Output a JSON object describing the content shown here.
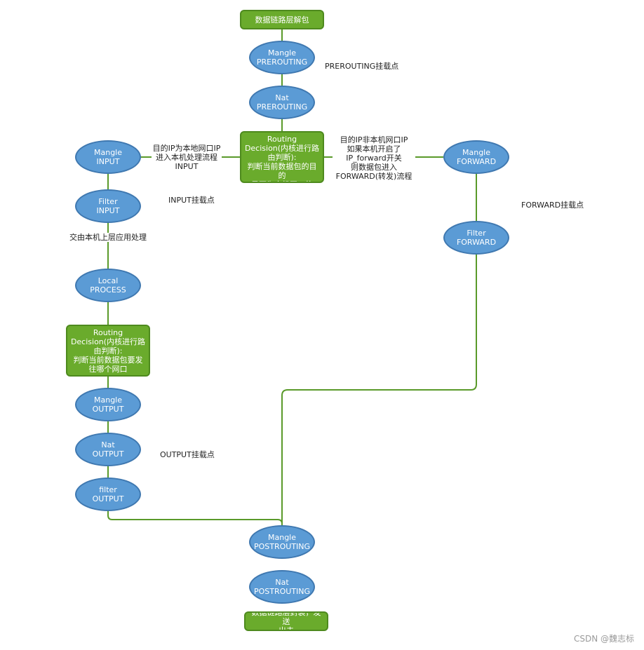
{
  "colors": {
    "ellipse_fill": "#5b9bd5",
    "ellipse_border": "#3f78b0",
    "rect_fill": "#6aab2c",
    "rect_border": "#4e8a1e",
    "connector": "#5a9a2a"
  },
  "nodes": {
    "link_unpack": "数据链路层解包",
    "mangle_prerouting": "Mangle\nPREROUTING",
    "nat_prerouting": "Nat\nPREROUTING",
    "routing_decision_1": "Routing\nDecision(内核进行路\n由判断):\n判断当前数据包的目的\nIP是否为本机网口的IP地址",
    "mangle_input": "Mangle\nINPUT",
    "filter_input": "Filter\nINPUT",
    "local_process": "Local\nPROCESS",
    "routing_decision_2": "Routing\nDecision(内核进行路\n由判断):\n判断当前数据包要发\n往哪个网口",
    "mangle_output": "Mangle\nOUTPUT",
    "nat_output": "Nat\nOUTPUT",
    "filter_output": "filter\nOUTPUT",
    "mangle_forward": "Mangle\nFORWARD",
    "filter_forward": "Filter\nFORWARD",
    "mangle_postrouting": "Mangle\nPOSTROUTING",
    "nat_postrouting": "Nat\nPOSTROUTING",
    "link_pack": "数据链路层封装，发送\n出去"
  },
  "labels": {
    "prerouting_hook": "PREROUTING挂载点",
    "input_route": "目的IP为本地网口IP\n进入本机处理流程\nINPUT",
    "forward_route": "目的IP非本机网口IP\n如果本机开启了\nIP_forward开关\n则数据包进入\nFORWARD(转发)流程",
    "input_hook": "INPUT挂载点",
    "forward_hook": "FORWARD挂载点",
    "upper_app": "交由本机上层应用处理",
    "output_hook": "OUTPUT挂载点"
  },
  "watermark": "CSDN @魏志标"
}
